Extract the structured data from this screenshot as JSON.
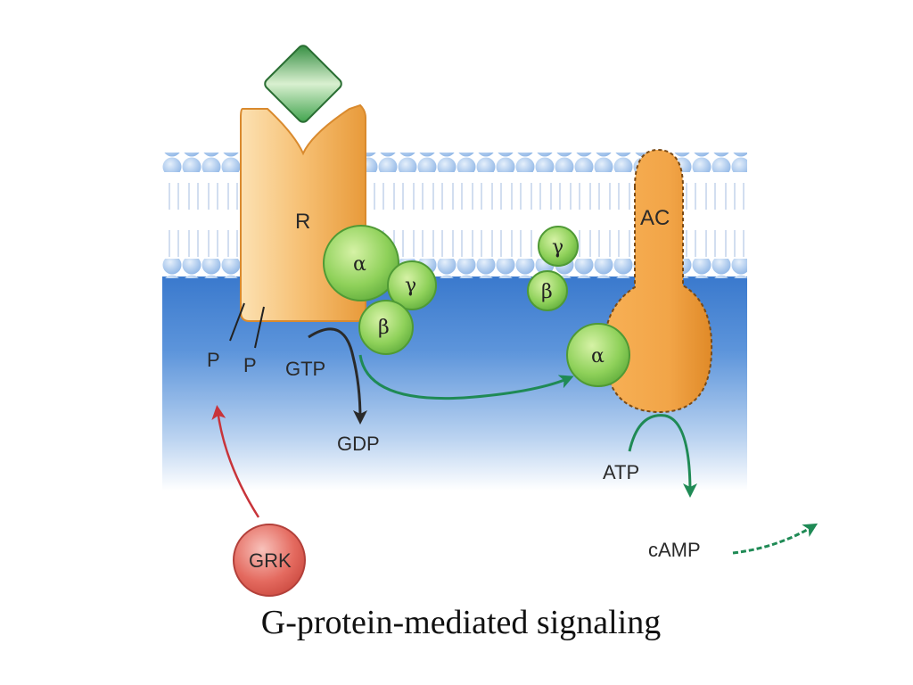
{
  "caption": "G-protein-mediated signaling",
  "labels": {
    "receptor": "R",
    "alpha": "α",
    "beta": "β",
    "gamma": "γ",
    "adenylyl_cyclase": "AC",
    "phosphate": "P",
    "gtp": "GTP",
    "gdp": "GDP",
    "atp": "ATP",
    "camp": "cAMP",
    "grk": "GRK"
  },
  "colors": {
    "membrane_heads": "#a9c8ec",
    "cytoplasm": "#3f7fd0",
    "receptor": "#f2b25c",
    "g_protein": "#8fd15a",
    "ligand": "#3fa04a",
    "grk": "#e46a5f",
    "arrow_green": "#1f8a55",
    "arrow_red": "#c8343a"
  }
}
